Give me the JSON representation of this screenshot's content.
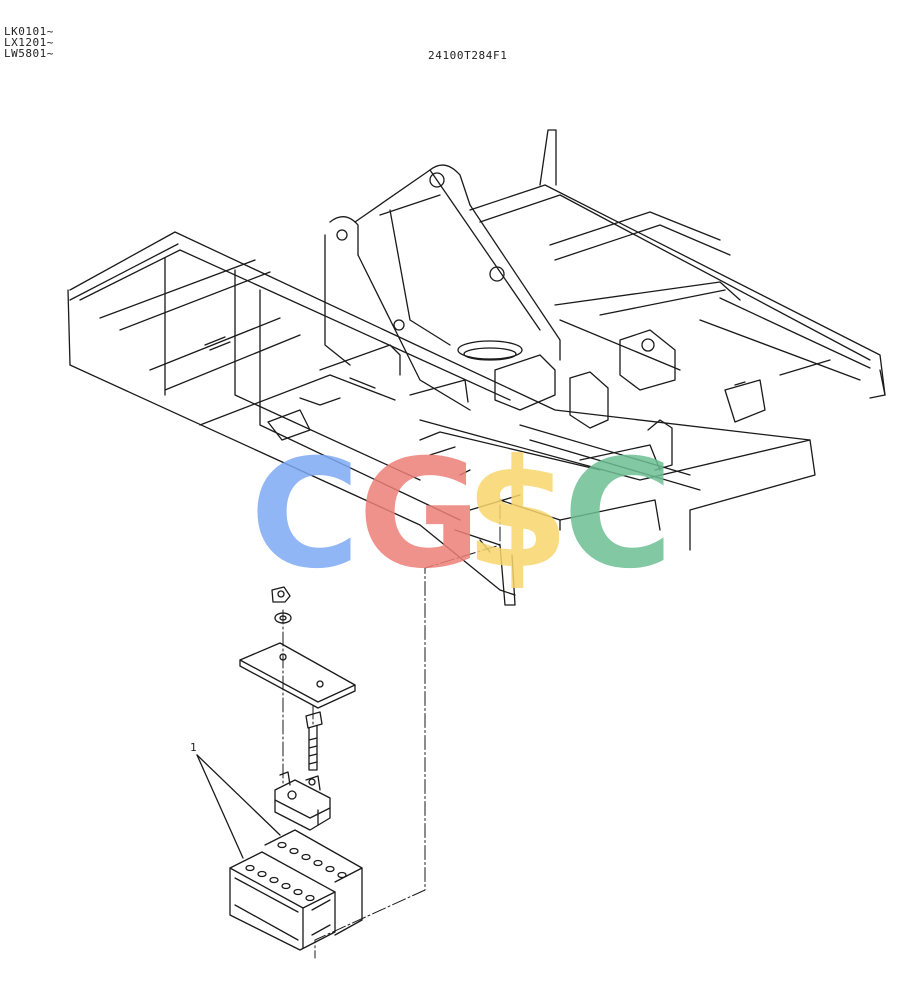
{
  "serial_ranges": [
    "LK0101~",
    "LX1201~",
    "LW5801~"
  ],
  "drawing_code": "24100T284F1",
  "callouts": [
    {
      "label": "1",
      "part": "battery"
    }
  ],
  "watermark": {
    "letters": [
      "C",
      "G",
      "$",
      "C"
    ],
    "colors": [
      "#7eaaf5",
      "#ee8078",
      "#f8d66d",
      "#6cbf93"
    ]
  },
  "line_color": "#1a1a1a"
}
